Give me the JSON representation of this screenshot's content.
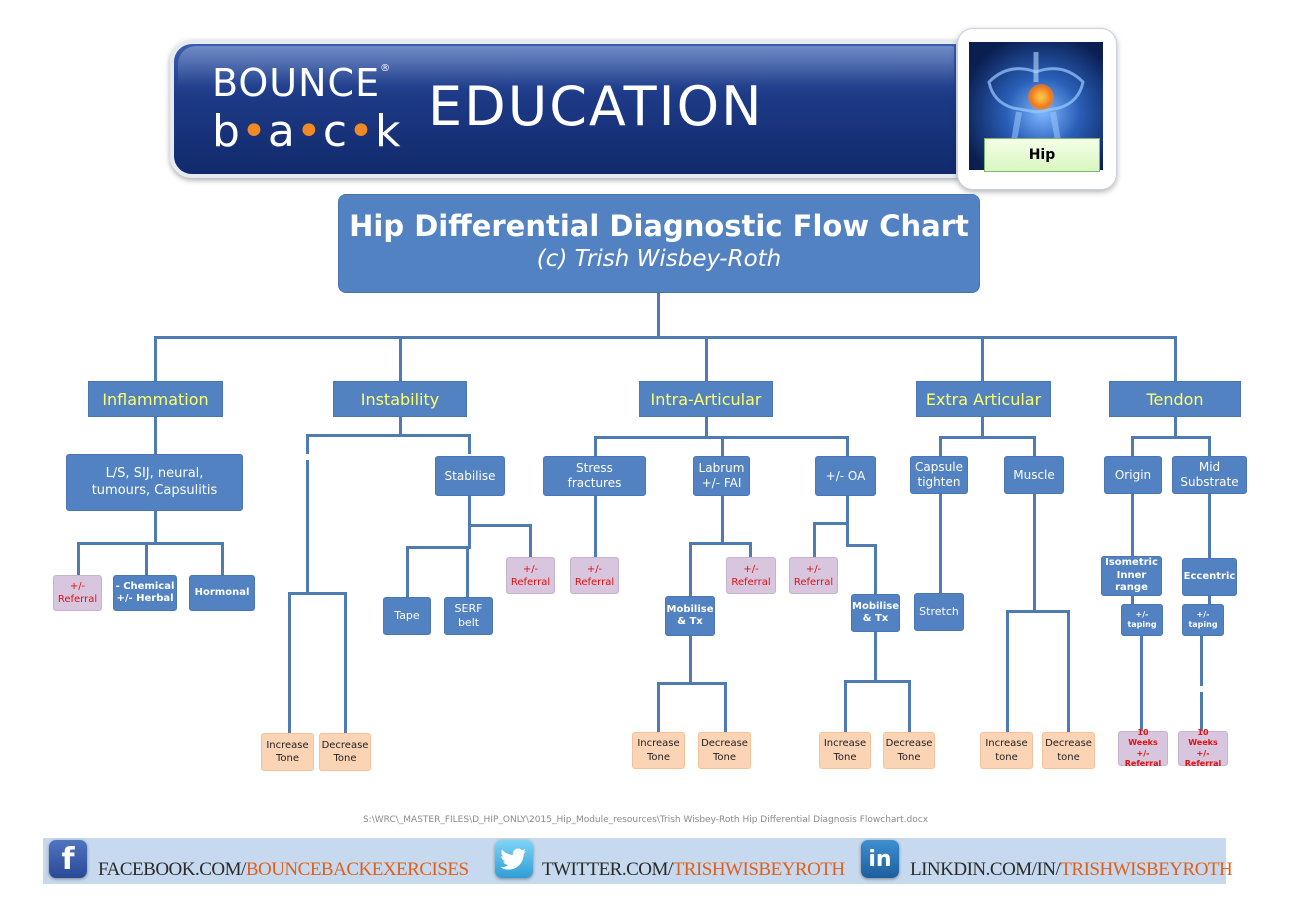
{
  "banner": {
    "logo_line1": "BOUNCE",
    "logo_reg": "®",
    "logo_line2_parts": [
      "b",
      "•",
      "a",
      "•",
      "c",
      "•",
      "k"
    ],
    "heading": "EDUCATION",
    "thumb_label": "Hip"
  },
  "title": {
    "main": "Hip Differential Diagnostic Flow Chart",
    "sub": "(c) Trish Wisbey-Roth"
  },
  "categories": {
    "inflammation": "Inflammation",
    "instability": "Instability",
    "intra": "Intra-Articular",
    "extra": "Extra Articular",
    "tendon": "Tendon"
  },
  "inflammation": {
    "causes": "L/S, SIJ, neural, tumours, Capsulitis",
    "referral": "+/- Referral",
    "chemical": "- Chemical +/- Herbal",
    "hormonal": "Hormonal"
  },
  "instability": {
    "stabilise": "Stabilise",
    "tape": "Tape",
    "serf": "SERF belt",
    "referral": "+/- Referral",
    "increase_tone": "Increase Tone",
    "decrease_tone": "Decrease Tone"
  },
  "intra": {
    "stress": "Stress fractures",
    "stress_referral": "+/- Referral",
    "labrum": "Labrum +/- FAI",
    "labrum_mobilise": "Mobilise & Tx",
    "labrum_referral": "+/- Referral",
    "labrum_increase": "Increase Tone",
    "labrum_decrease": "Decrease Tone",
    "oa": "+/- OA",
    "oa_referral": "+/- Referral",
    "oa_mobilise": "Mobilise & Tx",
    "oa_increase": "Increase Tone",
    "oa_decrease": "Decrease Tone"
  },
  "extra": {
    "capsule": "Capsule tighten",
    "stretch": "Stretch",
    "muscle": "Muscle",
    "increase_tone": "Increase tone",
    "decrease_tone": "Decrease tone"
  },
  "tendon": {
    "origin": "Origin",
    "isometric": "Isometric Inner range",
    "origin_taping": "+/- taping",
    "origin_referral": "10 Weeks +/- Referral",
    "mid": "Mid Substrate",
    "eccentric": "Eccentric",
    "mid_taping": "+/- taping",
    "mid_referral": "10 Weeks +/- Referral"
  },
  "filepath": "S:\\WRC\\_MASTER_FILES\\D_HIP_ONLY\\2015_Hip_Module_resources\\Trish Wisbey-Roth Hip Differential Diagnosis Flowchart.docx",
  "footer": {
    "facebook_prefix": "FACEBOOK.COM/",
    "facebook_handle": "BOUNCEBACKEXERCISES",
    "twitter_prefix": "TWITTER.COM/",
    "twitter_handle": "TRISHWISBEYROTH",
    "linkedin_prefix": "LINKDIN.COM/IN/",
    "linkedin_handle": "TRISHWISBEYROTH",
    "facebook_glyph": "f",
    "linkedin_glyph": "in"
  },
  "colors": {
    "node_blue": "#5282c2",
    "category_text": "#ffff66",
    "referral_bg": "#d8c6df",
    "referral_text": "#e01010",
    "tone_bg": "#fbd4b6",
    "connector": "#4f7bb3",
    "footer_bg": "#c6d9ee",
    "footer_highlight": "#e0601a"
  }
}
